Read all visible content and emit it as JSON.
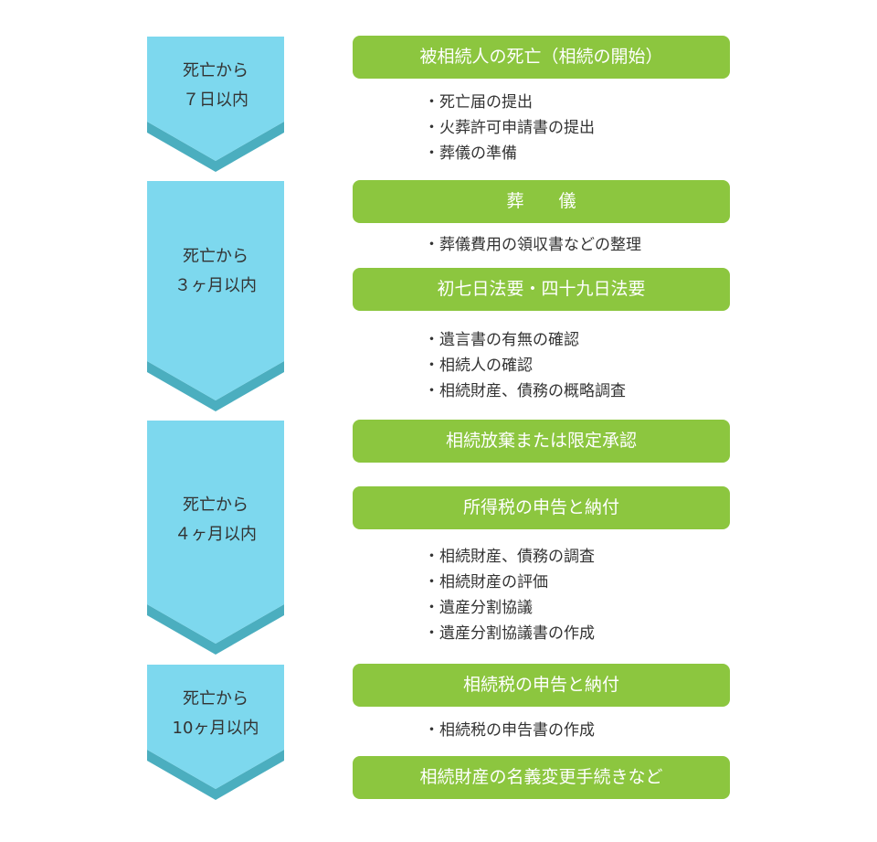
{
  "colors": {
    "arrow_light": "#7dd8ee",
    "arrow_dark": "#4baebf",
    "step_bar": "#8cc63f",
    "step_text": "#ffffff",
    "body_text": "#333333"
  },
  "stages": [
    {
      "label_line1": "死亡から",
      "label_line2": "７日以内",
      "steps": [
        {
          "title": "被相続人の死亡（相続の開始）",
          "tasks": [
            "・死亡届の提出",
            "・火葬許可申請書の提出",
            "・葬儀の準備"
          ]
        }
      ]
    },
    {
      "label_line1": "死亡から",
      "label_line2": "３ヶ月以内",
      "steps": [
        {
          "title": "葬　　儀",
          "tasks": [
            "・葬儀費用の領収書などの整理"
          ]
        },
        {
          "title": "初七日法要・四十九日法要",
          "tasks": [
            "・遺言書の有無の確認",
            "・相続人の確認",
            "・相続財産、債務の概略調査"
          ]
        }
      ]
    },
    {
      "label_line1": "死亡から",
      "label_line2": "４ヶ月以内",
      "steps": [
        {
          "title": "相続放棄または限定承認",
          "tasks": []
        },
        {
          "title": "所得税の申告と納付",
          "tasks": [
            "・相続財産、債務の調査",
            "・相続財産の評価",
            "・遺産分割協議",
            "・遺産分割協議書の作成"
          ]
        }
      ]
    },
    {
      "label_line1": "死亡から",
      "label_line2": "10ヶ月以内",
      "steps": [
        {
          "title": "相続税の申告と納付",
          "tasks": [
            "・相続税の申告書の作成"
          ]
        },
        {
          "title": "相続財産の名義変更手続きなど",
          "tasks": []
        }
      ]
    }
  ]
}
